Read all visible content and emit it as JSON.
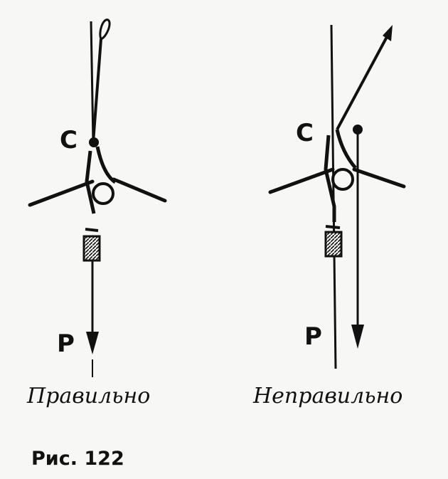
{
  "left_panel": {
    "point_c_label": "C",
    "force_label": "P",
    "caption": "Правильно"
  },
  "right_panel": {
    "point_c_label": "C",
    "force_label": "P",
    "caption": "Неправильно"
  },
  "figure_label": "Рис. 122",
  "colors": {
    "ink": "#111111",
    "paper": "#f7f7f5"
  }
}
